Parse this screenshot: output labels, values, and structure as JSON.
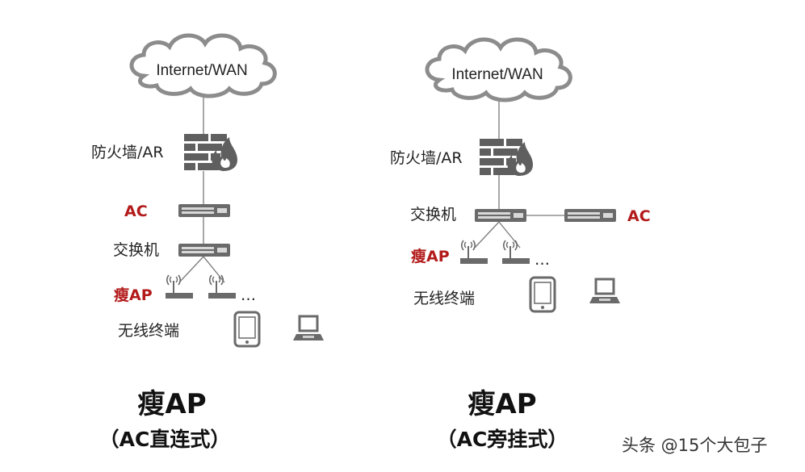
{
  "left": {
    "cloud": "Internet/WAN",
    "firewall": "防火墙/AR",
    "ac": "AC",
    "switch": "交换机",
    "ap": "瘦AP",
    "ellipsis": "…",
    "terminals": "无线终端",
    "title": "瘦AP",
    "subtitle": "（AC直连式）"
  },
  "right": {
    "cloud": "Internet/WAN",
    "firewall": "防火墙/AR",
    "ac": "AC",
    "switch": "交换机",
    "ap": "瘦AP",
    "ellipsis": "…",
    "terminals": "无线终端",
    "title": "瘦AP",
    "subtitle": "（AC旁挂式）"
  },
  "watermark": "头条 @15个大包子",
  "colors": {
    "accent_red": "#b31b1b",
    "device_gray": "#5f5f5f"
  }
}
